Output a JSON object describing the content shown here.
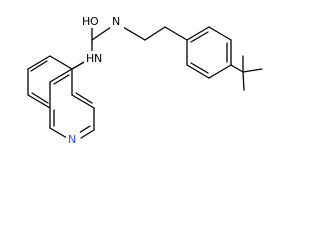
{
  "molecule": {
    "atoms": {
      "carbonyl_oxygen": {
        "label": "O",
        "element": "O"
      },
      "hydroxyl_hydrogen": {
        "label": "H",
        "element": "H"
      },
      "amide_nitrogen_right": {
        "label": "N",
        "element": "N"
      },
      "amide_nitrogen_left": {
        "label": "N",
        "element": "N"
      },
      "amide_hydrogen_left": {
        "label": "H",
        "element": "H"
      },
      "ring_nitrogen": {
        "label": "N",
        "element": "N"
      }
    },
    "colors": {
      "bond": "#000000",
      "carbon_label": "#000000",
      "nitrogen_label": "#3050F8",
      "background": "#ffffff"
    }
  }
}
